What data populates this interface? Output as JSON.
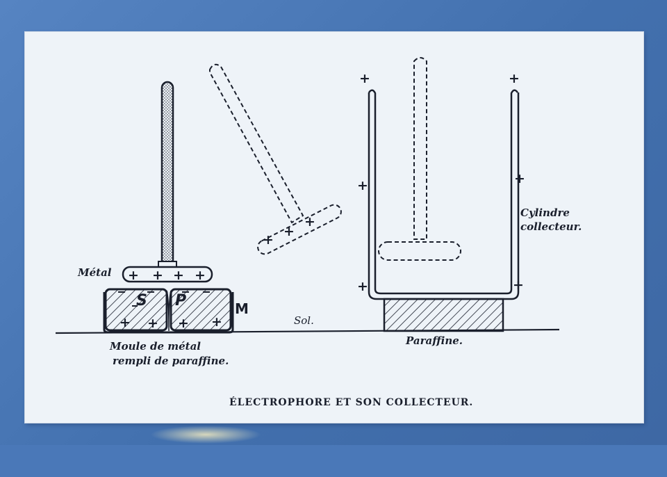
{
  "caption": "ÉLECTROPHORE ET SON COLLECTEUR.",
  "labels": {
    "metal": "Métal",
    "mould_line1": "Moule de métal",
    "mould_line2": "rempli de paraffine.",
    "M": "M",
    "S": "S",
    "P": "P",
    "sol": "Sol.",
    "cylinder_line1": "Cylindre",
    "cylinder_line2": "collecteur.",
    "paraffin": "Paraffine."
  },
  "charge_sign": "+",
  "colors": {
    "background": "#4a78b8",
    "card": "#eef3f8",
    "ink": "#1a1f2c"
  }
}
